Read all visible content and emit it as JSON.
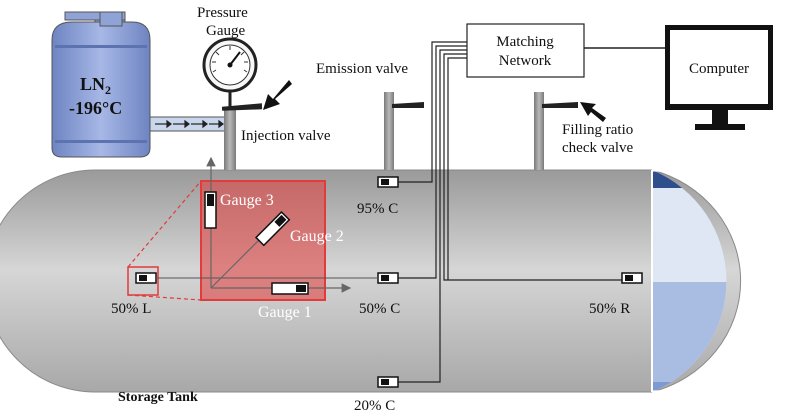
{
  "cylinder": {
    "line1": "LN",
    "sub": "2",
    "line2": "-196°C"
  },
  "pressure_gauge": {
    "line1": "Pressure",
    "line2": "Gauge"
  },
  "valves": {
    "injection": "Injection valve",
    "emission": "Emission valve",
    "filling_line1": "Filling ratio",
    "filling_line2": "check valve"
  },
  "matching_network": {
    "line1": "Matching",
    "line2": "Network"
  },
  "computer": "Computer",
  "gauges": {
    "g1": "Gauge 1",
    "g2": "Gauge 2",
    "g3": "Gauge 3"
  },
  "positions": {
    "p50l": "50% L",
    "p95c": "95% C",
    "p50c": "50% C",
    "p20c": "20% C",
    "p50r": "50% R"
  },
  "tank_label": "Storage Tank",
  "colors": {
    "ln2_fill": "#8fa3d6",
    "tank_gray": "#bdbdbd",
    "highlight_red": "#e23b3b",
    "liquid_blue": "#a9bde3",
    "dark_blue": "#2e4f8c"
  }
}
